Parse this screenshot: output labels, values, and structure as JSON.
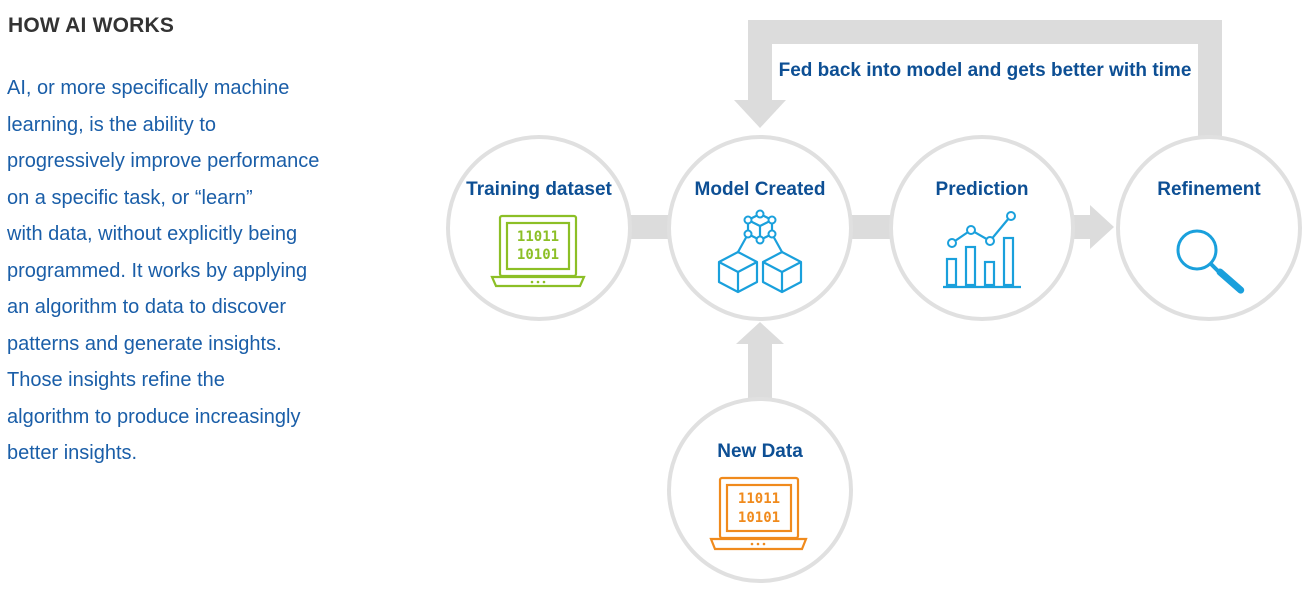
{
  "heading": "HOW AI WORKS",
  "body_lines": [
    "AI, or more specifically machine",
    "learning, is the ability to",
    "progressively improve performance",
    "on a specific task, or “learn”",
    "with data, without explicitly being",
    "programmed. It works by applying",
    "an algorithm to data to discover",
    "patterns and generate insights.",
    "Those insights refine the",
    "algorithm to produce increasingly",
    "better insights."
  ],
  "feedback_label": "Fed back into model and gets better with time",
  "nodes": {
    "training": {
      "label": "Training dataset",
      "icon": "laptop-binary-icon",
      "screen_lines": [
        "11011",
        "10101"
      ],
      "color": "#8cbf26"
    },
    "model": {
      "label": "Model Created",
      "icon": "model-cubes-icon",
      "color": "#1aa0dc"
    },
    "prediction": {
      "label": "Prediction",
      "icon": "bar-line-chart-icon",
      "color": "#1aa0dc"
    },
    "refinement": {
      "label": "Refinement",
      "icon": "magnifier-icon",
      "color": "#1aa0dc"
    },
    "new_data": {
      "label": "New Data",
      "icon": "laptop-binary-icon",
      "screen_lines": [
        "11011",
        "10101"
      ],
      "color": "#f08a1c"
    }
  },
  "colors": {
    "heading": "#333333",
    "body_text": "#1a5ea8",
    "label": "#0d4f94",
    "connector": "#dcdcdc",
    "circle_border": "#e0e0e0"
  }
}
